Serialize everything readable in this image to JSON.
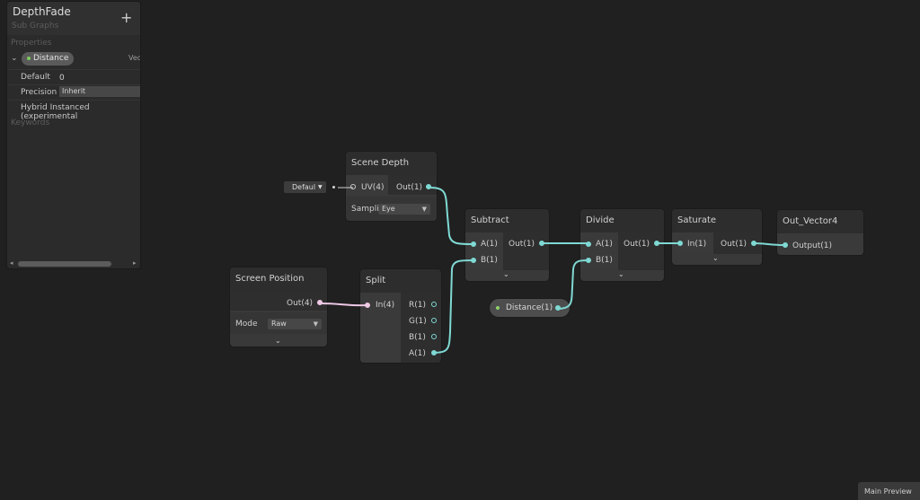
{
  "blackboard": {
    "title": "DepthFade",
    "subtitle": "Sub Graphs",
    "add_icon": "+",
    "properties_label": "Properties",
    "property": {
      "name": "Distance",
      "type": "Vec",
      "default_label": "Default",
      "default_value": "0",
      "precision_label": "Precision",
      "precision_value": "Inherit",
      "hybrid_label": "Hybrid Instanced (experimental"
    },
    "keywords_label": "Keywords"
  },
  "nodes": {
    "scene_depth": {
      "title": "Scene Depth",
      "in_uv": "UV(4)",
      "out": "Out(1)",
      "sampling_label": "Samplin",
      "sampling_value": "Eye",
      "uv_default": "Defaul"
    },
    "screen_position": {
      "title": "Screen Position",
      "out": "Out(4)",
      "mode_label": "Mode",
      "mode_value": "Raw"
    },
    "split": {
      "title": "Split",
      "in": "In(4)",
      "r": "R(1)",
      "g": "G(1)",
      "b": "B(1)",
      "a": "A(1)"
    },
    "subtract": {
      "title": "Subtract",
      "a": "A(1)",
      "b": "B(1)",
      "out": "Out(1)"
    },
    "divide": {
      "title": "Divide",
      "a": "A(1)",
      "b": "B(1)",
      "out": "Out(1)"
    },
    "saturate": {
      "title": "Saturate",
      "in": "In(1)",
      "out": "Out(1)"
    },
    "out_vector4": {
      "title": "Out_Vector4",
      "in": "Output(1)"
    },
    "distance_property": {
      "label": "Distance(1)"
    }
  },
  "main_preview": {
    "label": "Main Preview"
  },
  "colors": {
    "wire_float": "#7fd9d3",
    "wire_vector4": "#f0c9e6",
    "background": "#202020",
    "property_dot": "#8ed16b"
  }
}
